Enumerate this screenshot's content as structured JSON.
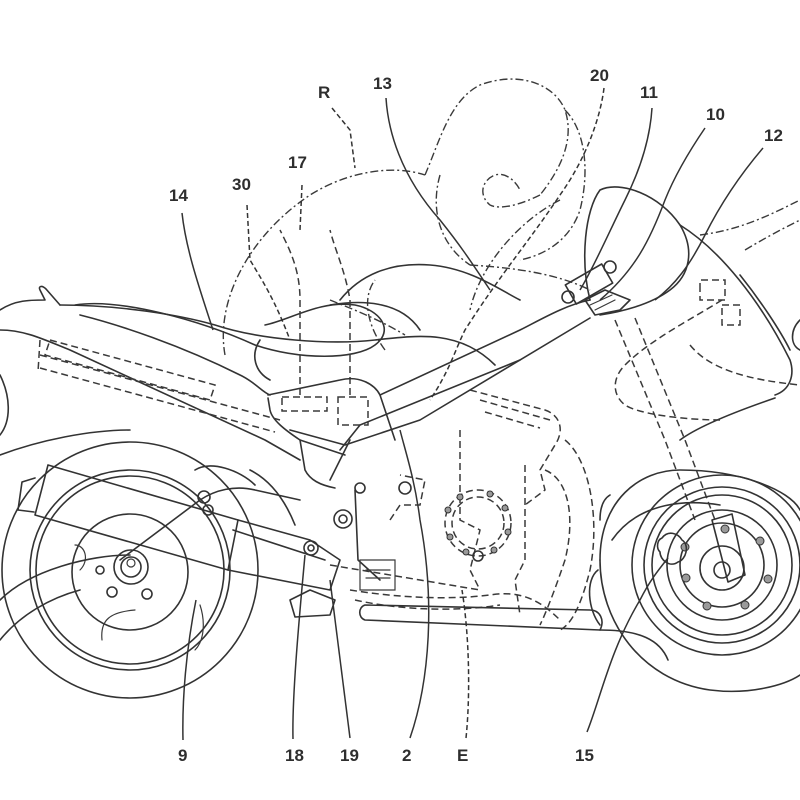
{
  "figure": {
    "subject": "Motorcycle side view with rider outline (patent line drawing)",
    "line_color": "#333333",
    "background": "#ffffff"
  },
  "labels": {
    "R": "R",
    "n13": "13",
    "n20": "20",
    "n11": "11",
    "n10": "10",
    "n12": "12",
    "n17": "17",
    "n30": "30",
    "n14": "14",
    "n9": "9",
    "n18": "18",
    "n19": "19",
    "n2": "2",
    "E": "E",
    "n15": "15"
  }
}
